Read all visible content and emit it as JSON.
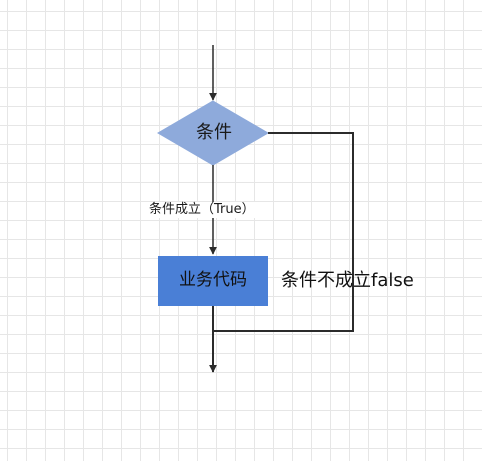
{
  "diagram": {
    "decision": {
      "label": "条件",
      "fill": "#8eaadb"
    },
    "process": {
      "label": "业务代码",
      "fill": "#4a7fd6"
    },
    "edges": {
      "true_label": "条件成立（True）",
      "false_label": "条件不成立false"
    },
    "colors": {
      "line": "#2b2b2b",
      "grid": "#e6e6e6"
    }
  }
}
